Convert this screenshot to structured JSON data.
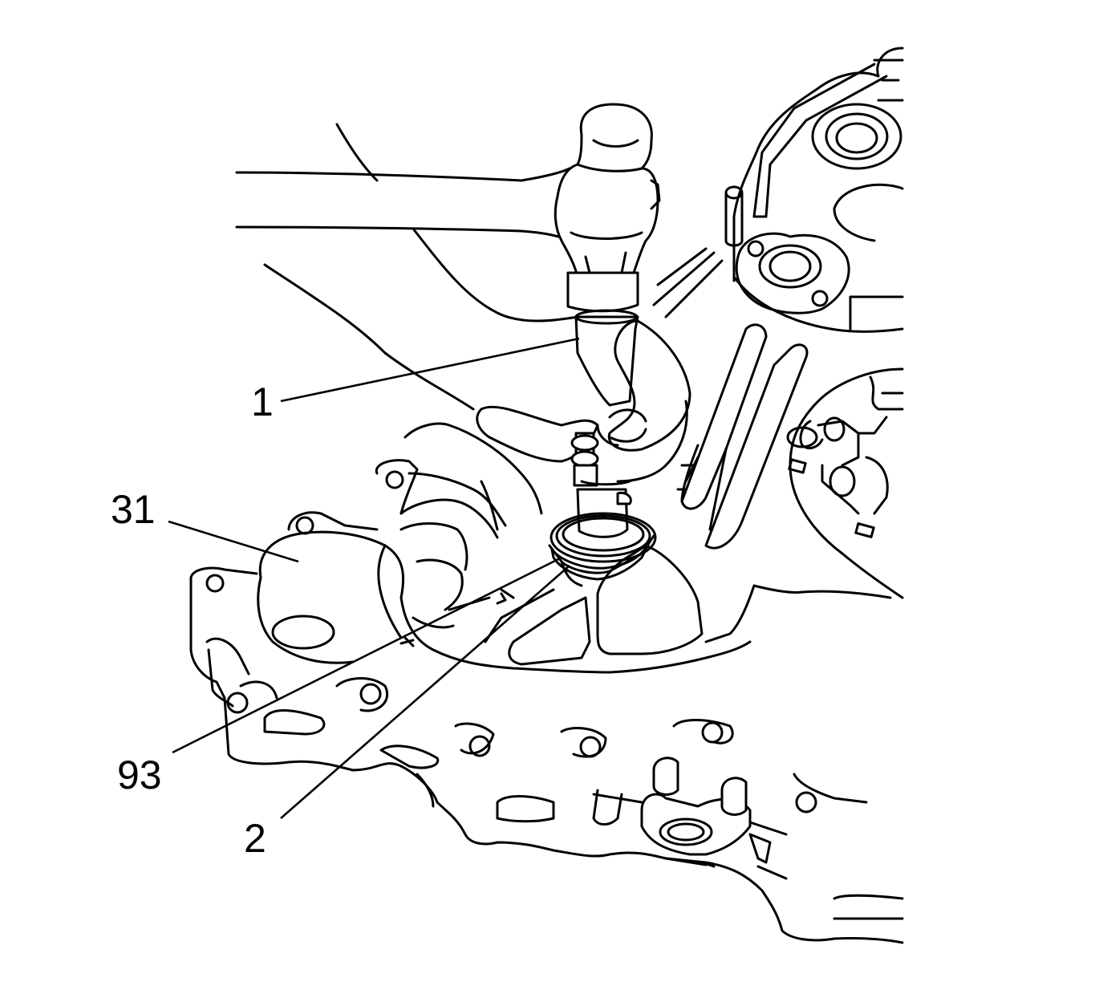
{
  "figure": {
    "description_labels": [
      {
        "id": "1",
        "text": "1"
      },
      {
        "id": "31",
        "text": "31"
      },
      {
        "id": "93",
        "text": "93"
      },
      {
        "id": "2",
        "text": "2"
      }
    ]
  }
}
